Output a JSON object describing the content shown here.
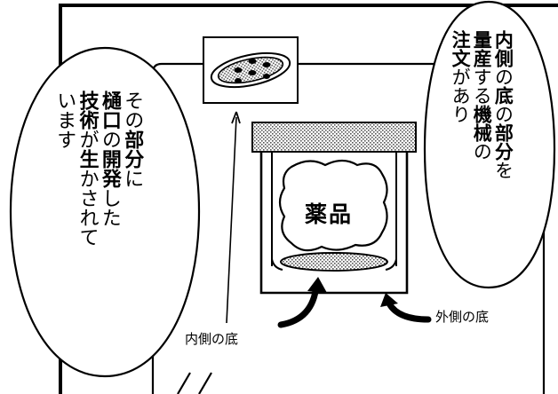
{
  "speech_left": {
    "lines": [
      [
        {
          "t": "その",
          "b": false
        },
        {
          "t": "部分",
          "b": true
        },
        {
          "t": "に",
          "b": false
        }
      ],
      [
        {
          "t": "樋口",
          "b": true
        },
        {
          "t": "の",
          "b": false
        },
        {
          "t": "開発",
          "b": true
        },
        {
          "t": "した",
          "b": false
        }
      ],
      [
        {
          "t": "技術",
          "b": true
        },
        {
          "t": "が",
          "b": false
        },
        {
          "t": "生",
          "b": true
        },
        {
          "t": "かされて",
          "b": false
        }
      ],
      [
        {
          "t": "いま",
          "b": false
        },
        {
          "t": "す",
          "b": false
        }
      ]
    ]
  },
  "speech_right": {
    "lines": [
      [
        {
          "t": "内側",
          "b": true
        },
        {
          "t": "の",
          "b": false
        },
        {
          "t": "底",
          "b": true
        },
        {
          "t": "の",
          "b": false
        },
        {
          "t": "部分",
          "b": true
        },
        {
          "t": "を",
          "b": false
        }
      ],
      [
        {
          "t": "量産",
          "b": true
        },
        {
          "t": "する",
          "b": false
        },
        {
          "t": "機械",
          "b": true
        },
        {
          "t": "の",
          "b": false
        }
      ],
      [
        {
          "t": "注文",
          "b": true
        },
        {
          "t": "があり",
          "b": false
        }
      ]
    ]
  },
  "labels": {
    "drug": "薬品",
    "inner_bottom": "内側の底",
    "outer_bottom": "外側の底"
  }
}
